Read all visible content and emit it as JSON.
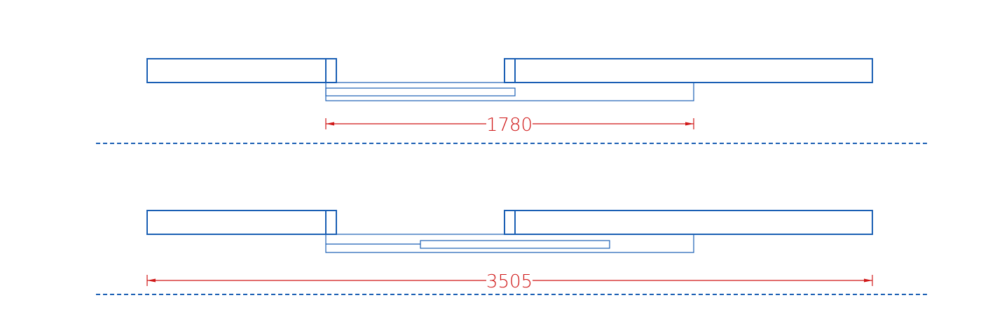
{
  "colors": {
    "structure": "#1a5fb4",
    "dimension": "#d01818",
    "background": "#ffffff"
  },
  "views": [
    {
      "name": "door-closed-view",
      "dimension_label": "1780",
      "dimension_value": 1780
    },
    {
      "name": "door-open-view",
      "dimension_label": "3505",
      "dimension_value": 3505
    }
  ]
}
